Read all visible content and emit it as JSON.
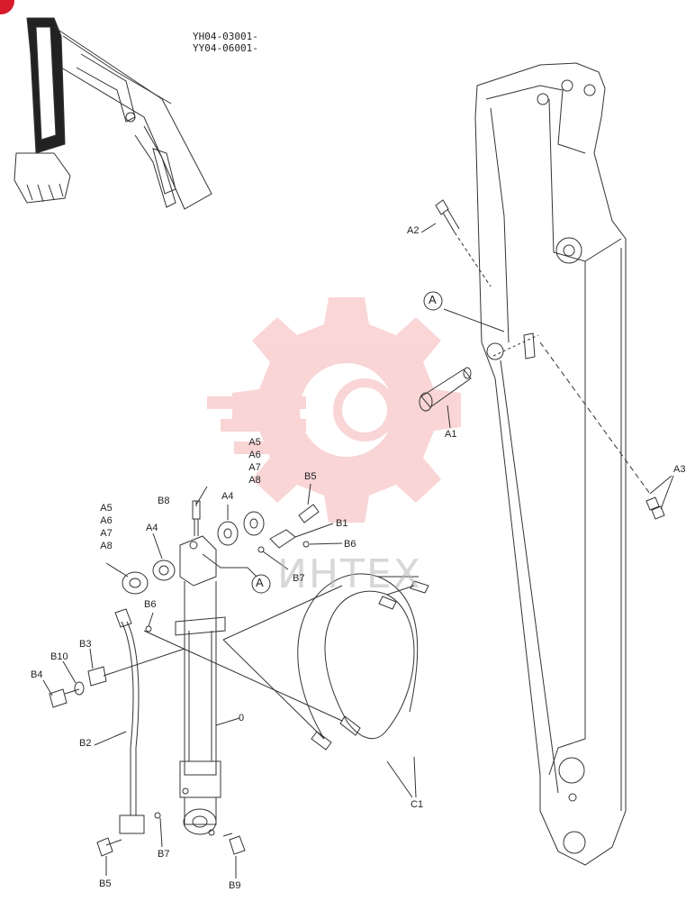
{
  "serial_numbers": [
    "YH04-03001-",
    "YY04-06001-"
  ],
  "callouts": {
    "a1": "A1",
    "a2": "A2",
    "a3": "A3",
    "detail_a_top": "A",
    "detail_a_bottom": "A",
    "b1": "B1",
    "b2": "B2",
    "b3": "B3",
    "b4": "B4",
    "b5_top": "B5",
    "b5_bottom": "B5",
    "b6_right": "B6",
    "b6_left": "B6",
    "b7_top": "B7",
    "b7_bottom": "B7",
    "b8": "B8",
    "b9": "B9",
    "b10": "B10",
    "a4_left": "A4",
    "a4_right": "A4",
    "c1": "C1",
    "cylinder": "0"
  },
  "washer_stack_left": [
    "A5",
    "A6",
    "A7",
    "A8"
  ],
  "washer_stack_right": [
    "A5",
    "A6",
    "A7",
    "A8"
  ],
  "watermark": {
    "text": "ИНТЕХ",
    "color": "#f08a8a"
  },
  "colors": {
    "line": "#333333",
    "badge": "#d81b2b"
  }
}
